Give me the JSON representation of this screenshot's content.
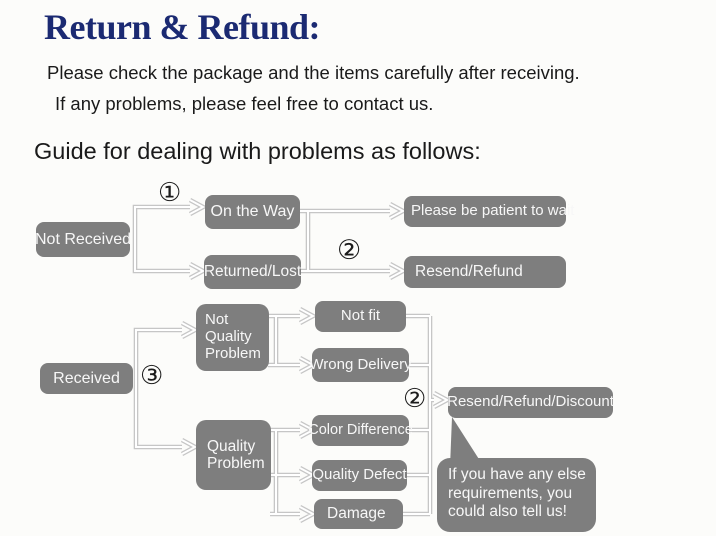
{
  "colors": {
    "title": "#1b2a72",
    "box": "#7e7e7e",
    "connector": "#c6c6c6",
    "body_text": "#1a1a1a",
    "background": "#fcfcfa"
  },
  "header": {
    "title": "Return & Refund:",
    "intro_line1": "Please check the package and the items carefully after receiving.",
    "intro_line2": "If any problems, please feel free to contact us.",
    "guide_heading": "Guide for dealing with problems as follows:"
  },
  "markers": {
    "step1": "①",
    "step2": "②",
    "step3": "③"
  },
  "nodes": {
    "not_received": "Not Received",
    "on_the_way": "On the Way",
    "returned_lost": "Returned/Lost",
    "please_wait": "Please be patient to wait",
    "resend_refund": "Resend/Refund",
    "received": "Received",
    "not_quality_problem": "Not Quality Problem",
    "not_fit": "Not fit",
    "wrong_delivery": "Wrong Delivery",
    "quality_problem": "Quality Problem",
    "color_difference": "Color Difference",
    "quality_defect": "Quality Defect",
    "damage": "Damage",
    "resend_refund_discount": "Resend/Refund/Discount",
    "note_bubble": "If you have any else requirements, you could also tell us!"
  }
}
